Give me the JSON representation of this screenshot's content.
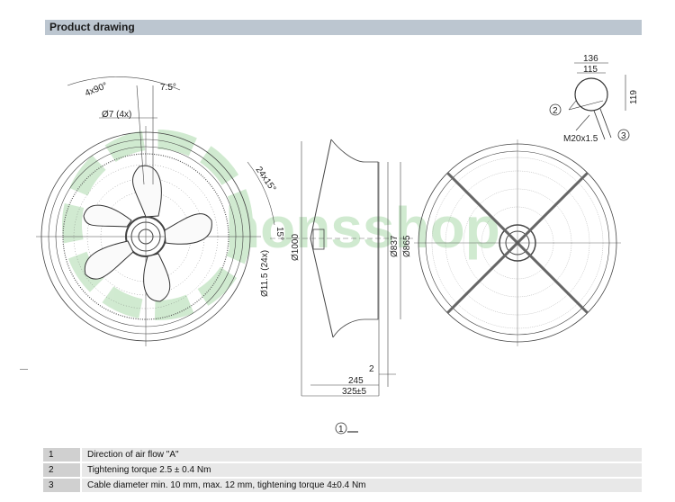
{
  "header": {
    "title": "Product drawing"
  },
  "drawing": {
    "front_view": {
      "angle_labels": [
        "4x90°",
        "7.5°",
        "24x15°",
        "15°"
      ],
      "hole_labels": [
        "Ø7 (4x)",
        "Ø11.5 (24x)"
      ]
    },
    "side_view": {
      "diameters": [
        "Ø1000",
        "Ø837",
        "Ø865"
      ],
      "lengths": [
        "2",
        "245",
        "325"
      ],
      "tolerance": "±5",
      "callout_airflow": "1"
    },
    "terminal_box": {
      "widths": [
        "136",
        "115"
      ],
      "height": "119",
      "thread": "M20x1.5",
      "callouts": [
        "2",
        "3"
      ]
    },
    "watermark": {
      "text": "honsshop",
      "color": "#7cc47a"
    }
  },
  "legend": {
    "rows": [
      {
        "num": "1",
        "text": "Direction of air flow \"A\""
      },
      {
        "num": "2",
        "text": "Tightening torque 2.5 ± 0.4 Nm"
      },
      {
        "num": "3",
        "text": "Cable diameter min. 10 mm, max. 12 mm, tightening torque 4±0.4 Nm"
      }
    ]
  }
}
